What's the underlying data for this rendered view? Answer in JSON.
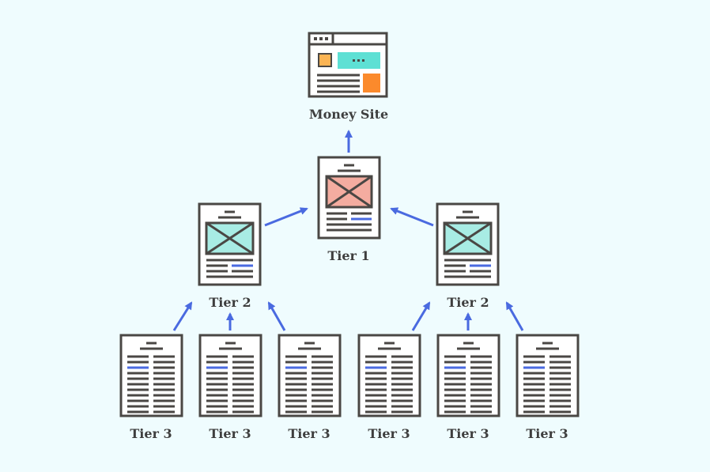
{
  "colors": {
    "background": "#effcfe",
    "ink": "#4a4744",
    "arrow": "#4a6ae0",
    "tier1_image": "#f4aca0",
    "tier2_image": "#a8ece4",
    "site_banner": "#5ee0d4",
    "site_orange": "#fb8a2c",
    "site_yellow": "#fbb454"
  },
  "labels": {
    "money_site": "Money Site",
    "tier1": "Tier 1",
    "tier2_left": "Tier 2",
    "tier2_right": "Tier 2",
    "tier3": [
      "Tier 3",
      "Tier 3",
      "Tier 3",
      "Tier 3",
      "Tier 3",
      "Tier 3"
    ]
  },
  "icons": {
    "money_site": "website-icon",
    "tier1": "article-with-image-icon",
    "tier2": "article-with-image-icon",
    "tier3": "text-document-icon"
  }
}
